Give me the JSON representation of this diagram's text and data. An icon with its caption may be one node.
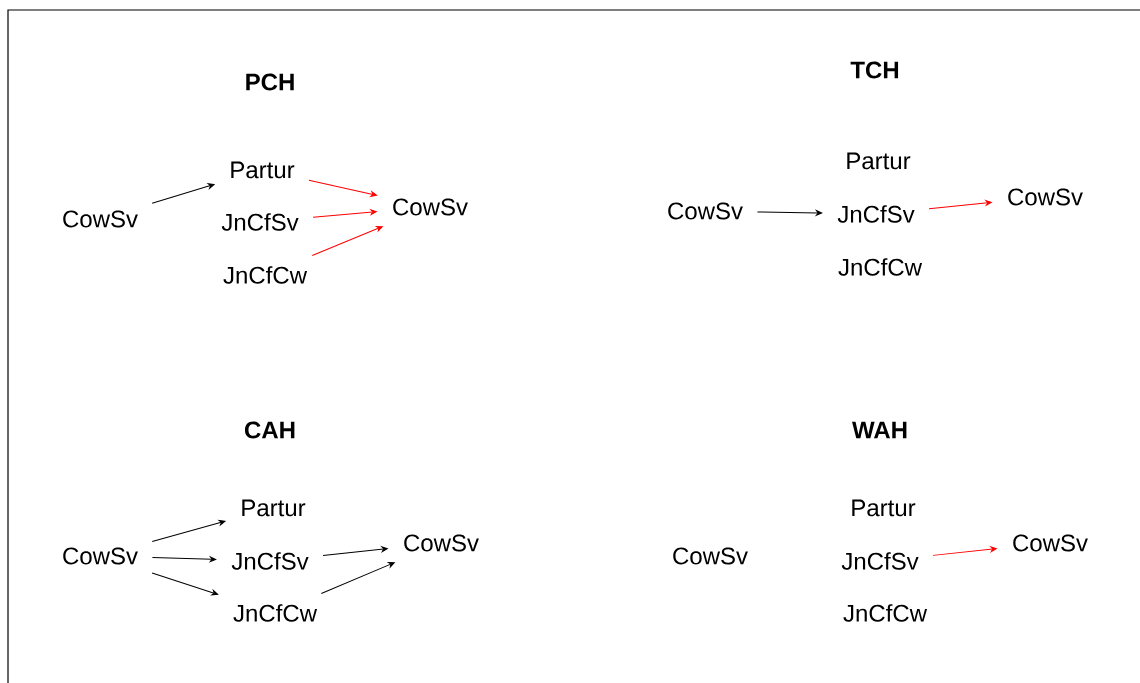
{
  "diagram": {
    "nodes": [
      {
        "text": [
          "CowSv"
        ]
      },
      {
        "text": [
          "Partur"
        ]
      },
      {
        "text": [
          "JnCfSv"
        ]
      },
      {
        "text": [
          "JnCfCw"
        ]
      },
      {
        "text": [
          "CowSv"
        ]
      },
      {
        "text": [
          "CowSv"
        ]
      },
      {
        "text": [
          "Partur"
        ]
      },
      {
        "text": [
          "JnCfSv"
        ]
      },
      {
        "text": [
          "JnCfCw"
        ]
      },
      {
        "text": [
          "CowSv"
        ]
      },
      {
        "text": [
          "CowSv"
        ]
      },
      {
        "text": [
          "Partur"
        ]
      },
      {
        "text": [
          "JnCfSv"
        ]
      },
      {
        "text": [
          "JnCfCw"
        ]
      },
      {
        "text": [
          "CowSv"
        ]
      },
      {
        "text": [
          "CowSv"
        ]
      },
      {
        "text": [
          "Partur"
        ]
      },
      {
        "text": [
          "JnCfSv"
        ]
      },
      {
        "text": [
          "JnCfCw"
        ]
      },
      {
        "text": [
          "CowSv"
        ]
      }
    ],
    "edges": [
      {
        "from": 0,
        "to": 1,
        "arrow": "to"
      },
      {
        "from": 1,
        "to": 4,
        "arrow": "to",
        "color": "#ff0000"
      },
      {
        "from": 2,
        "to": 4,
        "arrow": "to",
        "color": "#ff0000"
      },
      {
        "from": 3,
        "to": 4,
        "arrow": "to",
        "color": "#ff0000"
      },
      {
        "from": 5,
        "to": 7,
        "arrow": "to"
      },
      {
        "from": 7,
        "to": 9,
        "arrow": "to",
        "color": "#ff0000"
      },
      {
        "from": 10,
        "to": 11,
        "arrow": "to"
      },
      {
        "from": 10,
        "to": 12,
        "arrow": "to"
      },
      {
        "from": 10,
        "to": 13,
        "arrow": "to"
      },
      {
        "from": 12,
        "to": 14,
        "arrow": "to"
      },
      {
        "from": 13,
        "to": 14,
        "arrow": "to"
      },
      {
        "from": 17,
        "to": 19,
        "arrow": "to",
        "color": "#ff0000"
      }
    ],
    "labels": [
      "PCH",
      "TCH",
      "CAH",
      "WAH"
    ]
  }
}
